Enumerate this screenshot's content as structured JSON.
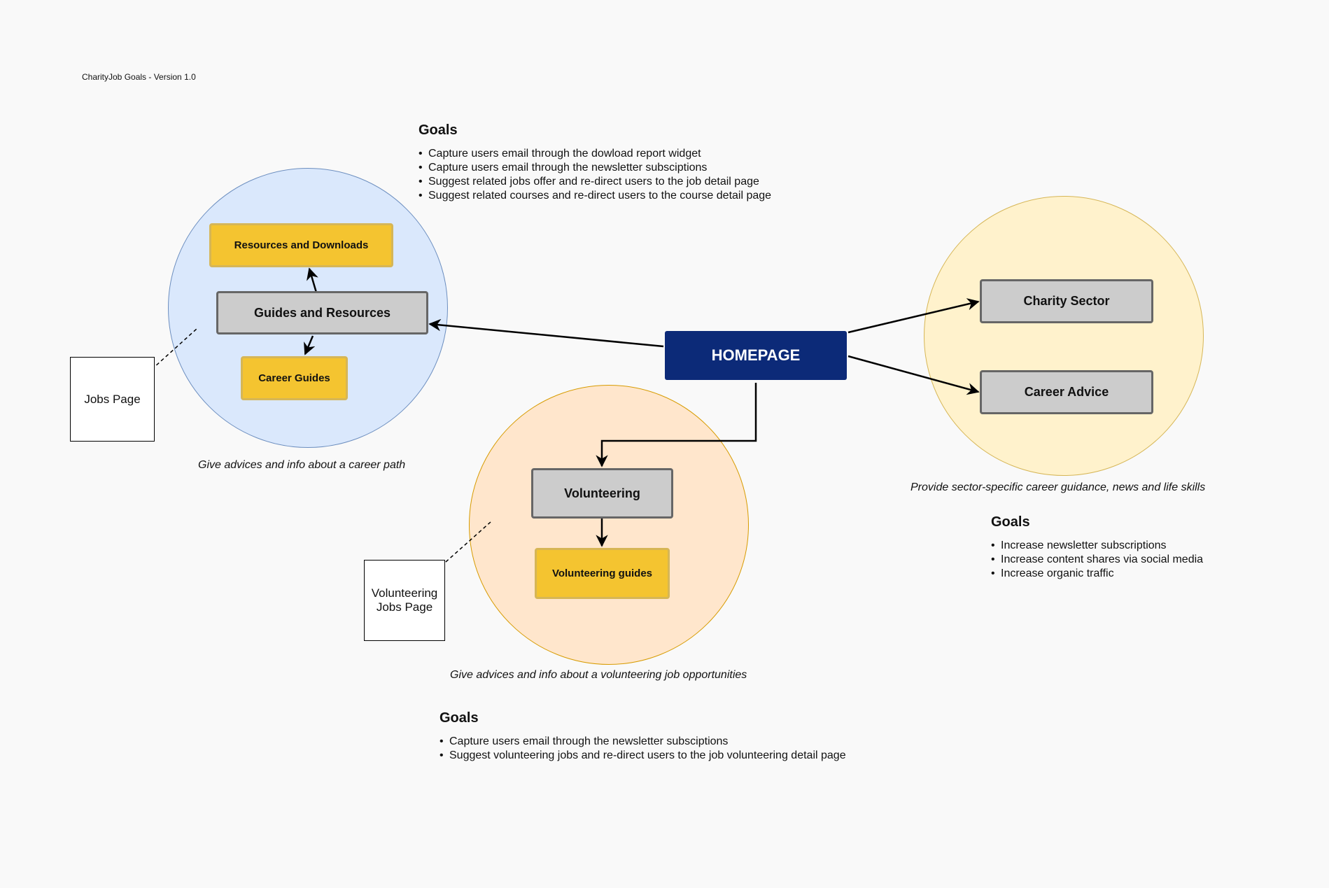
{
  "header": {
    "version_label": "CharityJob Goals - Version 1.0"
  },
  "nodes": {
    "homepage": "HOMEPAGE",
    "guides_and_resources": "Guides and Resources",
    "resources_and_downloads": "Resources and Downloads",
    "career_guides": "Career Guides",
    "jobs_page": "Jobs Page",
    "volunteering": "Volunteering",
    "volunteering_guides": "Volunteering guides",
    "volunteering_jobs_page": "Volunteering Jobs Page",
    "charity_sector": "Charity Sector",
    "career_advice": "Career Advice"
  },
  "captions": {
    "career_path": "Give advices and info about a career path",
    "volunteering": "Give advices and info about a volunteering job opportunities",
    "sector": "Provide sector-specific career guidance, news and life skills"
  },
  "goals_top": {
    "title": "Goals",
    "items": [
      "Capture users email through the dowload report widget",
      "Capture users email through the newsletter subsciptions",
      "Suggest related jobs offer and re-direct users to the job detail page",
      "Suggest related courses and re-direct users to the course detail page"
    ]
  },
  "goals_right": {
    "title": "Goals",
    "items": [
      "Increase newsletter subscriptions",
      "Increase content shares via social media",
      "Increase organic traffic"
    ]
  },
  "goals_bottom": {
    "title": "Goals",
    "items": [
      "Capture users email through the newsletter subsciptions",
      "Suggest volunteering jobs and re-direct users to the job volunteering detail page"
    ]
  },
  "colors": {
    "homepage_fill": "#0c2a78",
    "box_gray": "#cccccc",
    "box_yellow": "#f4c430",
    "circle_blue": "#dae8fc",
    "circle_orange": "#ffe6cc",
    "circle_yellow": "#fff2cc"
  }
}
